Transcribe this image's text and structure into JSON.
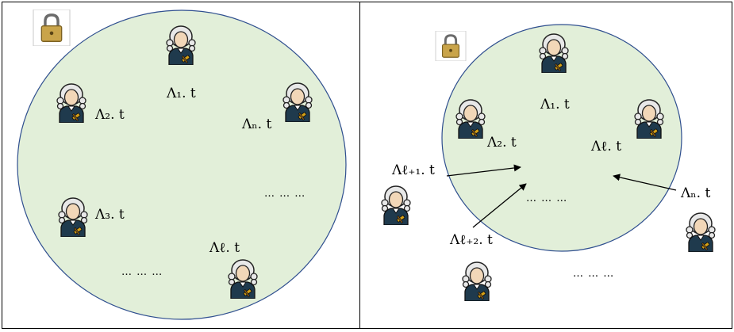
{
  "left_panel": {
    "labels": {
      "l1": "Λ₁. t",
      "l2": "Λ₂. t",
      "ln": "Λₙ. t",
      "l3": "Λ₃. t",
      "lel": "Λℓ. t"
    },
    "dots_a": "… … …",
    "dots_b": "… … …"
  },
  "right_panel": {
    "labels": {
      "l1": "Λ₁. t",
      "l2": "Λ₂. t",
      "lel": "Λℓ. t",
      "lel1": "Λℓ₊₁. t",
      "lel2": "Λℓ₊₂. t",
      "ln": "Λₙ. t"
    },
    "dots_a": "… … …",
    "dots_b": "… … …"
  },
  "colors": {
    "circle_fill": "#e2efd9",
    "circle_stroke": "#2f4f8f",
    "robe": "#1f3a4d",
    "wig": "#e8e8e8",
    "face": "#f2d7b8",
    "gavel": "#d4a017",
    "lock": "#c9a44a"
  },
  "icons": [
    "padlock-icon",
    "judge-icon"
  ]
}
